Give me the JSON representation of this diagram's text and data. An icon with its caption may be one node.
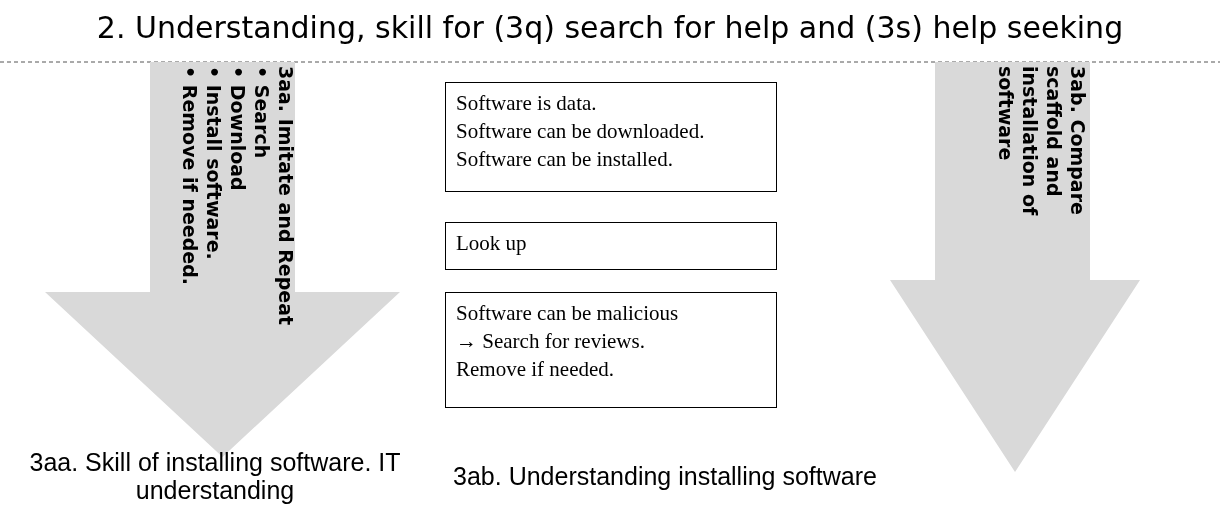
{
  "diagram": {
    "title": "2. Understanding, skill for (3q) search for help and (3s) help seeking",
    "nodes": [
      {
        "text": [
          "3aa. Imitate and Repeat",
          "• Search",
          "• Download",
          "• Install software.",
          "• Remove if needed."
        ],
        "beside": [
          "3aa. Skill of installing software. IT understanding"
        ]
      },
      {
        "text": [
          "Software is data.",
          "Software can be downloaded.",
          "Software can be installed."
        ]
      },
      {
        "text": [
          "Look up"
        ]
      },
      {
        "text": [
          "Software can be malicious",
          "→ Search for reviews.",
          "Remove if needed."
        ]
      },
      {
        "text": [
          "3ab. Compare scaffold and installation of software"
        ],
        "beside": [
          "3ab. Understanding installing software"
        ]
      }
    ]
  }
}
